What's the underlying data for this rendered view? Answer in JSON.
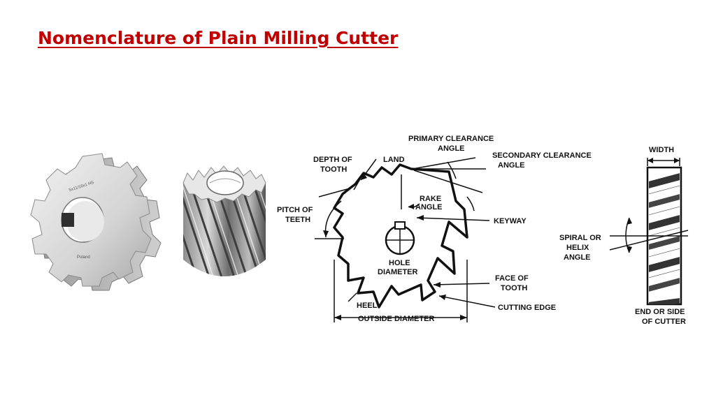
{
  "slide": {
    "title": "Nomenclature of Plain Milling Cutter"
  },
  "photo1": {
    "stamp": "5x11/16x1 HS",
    "brand": "Poland"
  },
  "diagram": {
    "labels": {
      "primary_clearance_1": "PRIMARY CLEARANCE",
      "primary_clearance_2": "ANGLE",
      "secondary_clearance_1": "SECONDARY CLEARANCE",
      "secondary_clearance_2": "ANGLE",
      "depth_1": "DEPTH OF",
      "depth_2": "TOOTH",
      "land": "LAND",
      "rake_1": "RAKE",
      "rake_2": "ANGLE",
      "pitch_1": "PITCH OF",
      "pitch_2": "TEETH",
      "keyway": "KEYWAY",
      "hole_1": "HOLE",
      "hole_2": "DIAMETER",
      "face_1": "FACE OF",
      "face_2": "TOOTH",
      "heel": "HEEL",
      "cutting_edge": "CUTTING EDGE",
      "outside_diameter": "OUTSIDE DIAMETER",
      "width": "WIDTH",
      "spiral_1": "SPIRAL OR",
      "spiral_2": "HELIX",
      "spiral_3": "ANGLE",
      "end_1": "END OR SIDE",
      "end_2": "OF CUTTER"
    }
  },
  "colors": {
    "title": "#c00000",
    "ink": "#111111",
    "steel_light": "#e2e2e2",
    "steel_dark": "#5a5a5a"
  }
}
